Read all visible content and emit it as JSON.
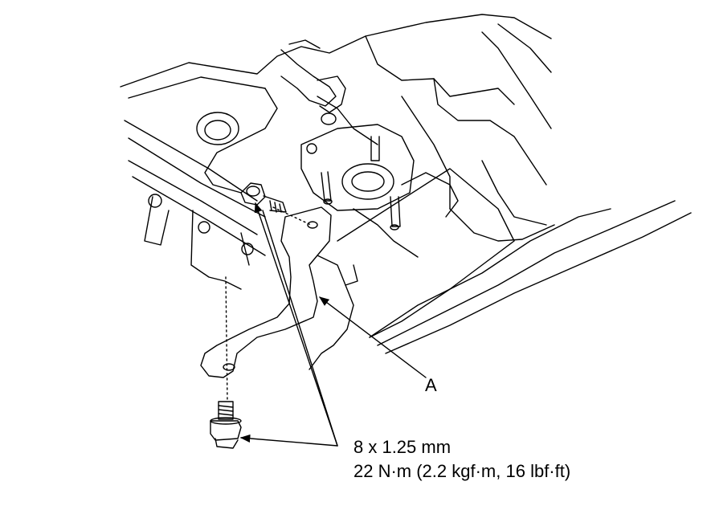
{
  "callouts": {
    "a": "A"
  },
  "fastener": {
    "size": "8 x 1.25 mm",
    "torque": "22 N·m (2.2 kgf·m, 16 lbf·ft)"
  },
  "colors": {
    "ink": "#000000",
    "paper": "#ffffff"
  }
}
